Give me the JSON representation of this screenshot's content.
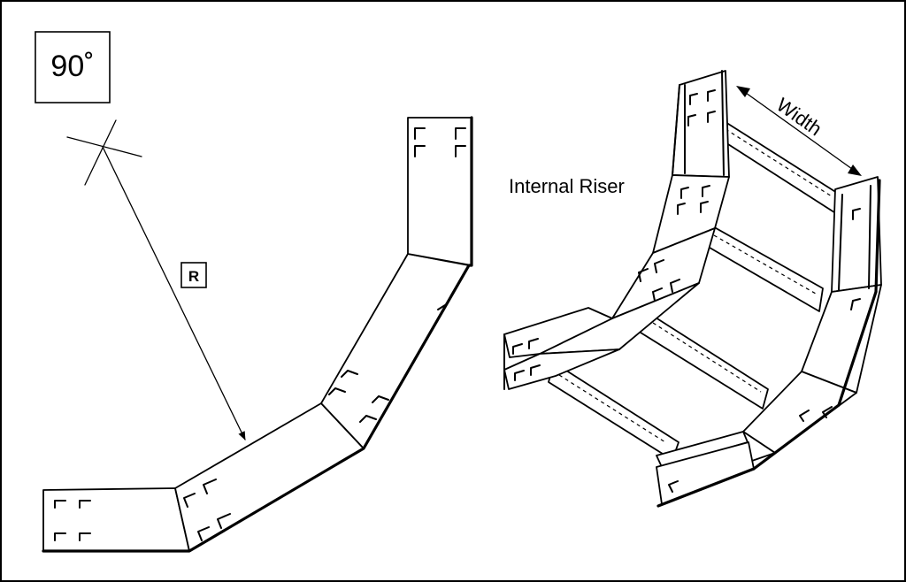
{
  "labels": {
    "angle": "90˚",
    "radius": "R",
    "internal_riser": "Internal Riser",
    "width": "Width"
  }
}
